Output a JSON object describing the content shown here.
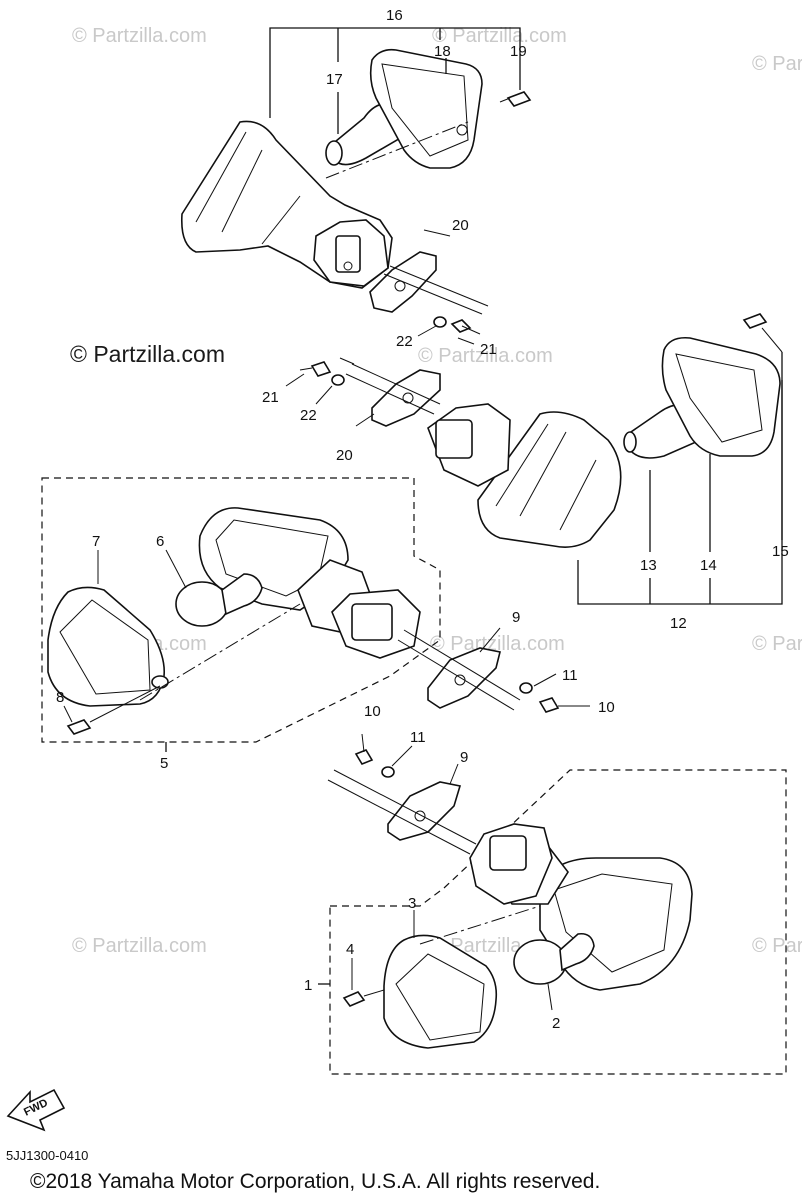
{
  "watermarks": {
    "site": "© Partzilla.com",
    "site_strong": "© Partzilla.com"
  },
  "callouts": {
    "c1": "1",
    "c2": "2",
    "c3": "3",
    "c4": "4",
    "c5": "5",
    "c6": "6",
    "c7": "7",
    "c8": "8",
    "c9a": "9",
    "c9b": "9",
    "c10a": "10",
    "c10b": "10",
    "c11a": "11",
    "c11b": "11",
    "c12": "12",
    "c13": "13",
    "c14": "14",
    "c15": "15",
    "c16": "16",
    "c17": "17",
    "c18": "18",
    "c19": "19",
    "c20a": "20",
    "c20b": "20",
    "c21a": "21",
    "c21b": "21",
    "c22a": "22",
    "c22b": "22"
  },
  "fwd_label": "FWD",
  "diagram_code": "5JJ1300-0410",
  "copyright": "©2018 Yamaha Motor Corporation, U.S.A. All rights reserved."
}
